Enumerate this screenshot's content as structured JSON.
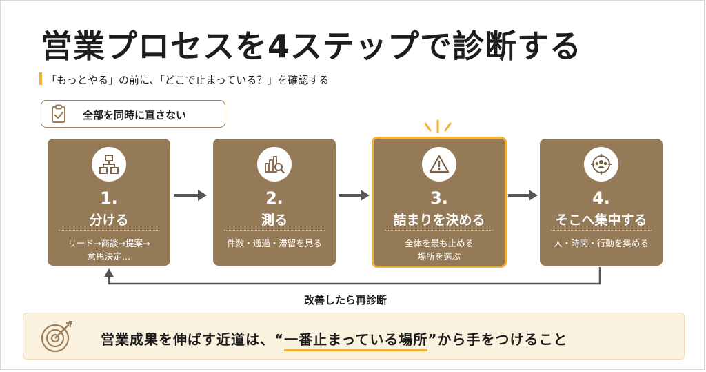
{
  "title": {
    "main": "営業プロセスを4ステップで",
    "highlight": "診断",
    "tail": "する"
  },
  "subtitle": "「もっとやる」の前に、「どこで止まっている？」を確認する",
  "note": {
    "text": "全部を同時に直さない",
    "icon": "clipboard-check-icon"
  },
  "steps": [
    {
      "num": "1.",
      "name": "分ける",
      "desc1": "リード→商談→提案→",
      "desc2": "意思決定…",
      "icon": "hierarchy-icon"
    },
    {
      "num": "2.",
      "name": "測る",
      "desc1": "件数・通過・滞留を見る",
      "desc2": "",
      "icon": "chart-magnifier-icon"
    },
    {
      "num": "3.",
      "name": "詰まりを決める",
      "desc1": "全体を最も止める",
      "desc2": "場所を選ぶ",
      "icon": "warning-icon"
    },
    {
      "num": "4.",
      "name": "そこへ集中する",
      "desc1": "人・時間・行動を集める",
      "desc2": "",
      "icon": "team-target-icon"
    }
  ],
  "loop_label": "改善したら再診断",
  "banner": {
    "pre": "営業成果を伸ばす近道は、",
    "quote_open": "“",
    "emphasis": "一番止まっている場所",
    "quote_close": "”",
    "post": "から手をつけること",
    "icon": "target-arrow-icon"
  },
  "colors": {
    "card": "#957a58",
    "accent": "#f2b134",
    "banner_bg": "#fbf1df",
    "text": "#1d1d1d"
  }
}
